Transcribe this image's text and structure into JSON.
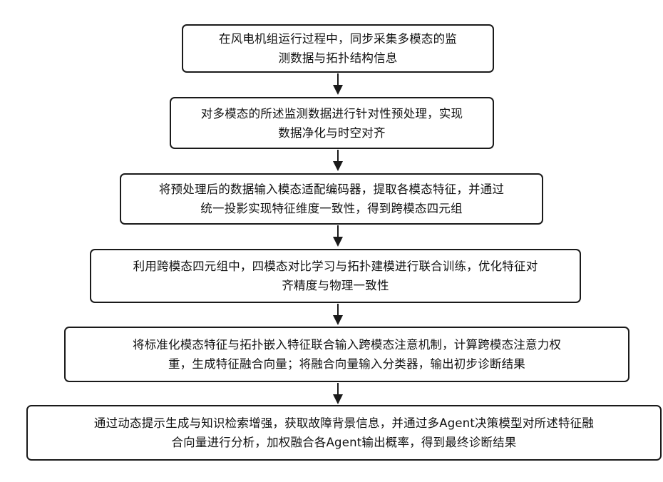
{
  "flowchart": {
    "steps": [
      {
        "text": "在风电机组运行过程中，同步采集多模态的监\n测数据与拓扑结构信息"
      },
      {
        "text": "对多模态的所述监测数据进行针对性预处理，实现\n数据净化与时空对齐"
      },
      {
        "text": "将预处理后的数据输入模态适配编码器，提取各模态特征，并通过\n统一投影实现特征维度一致性，得到跨模态四元组"
      },
      {
        "text": "利用跨模态四元组中，四模态对比学习与拓扑建模进行联合训练，优化特征对\n齐精度与物理一致性"
      },
      {
        "text": "将标准化模态特征与拓扑嵌入特征联合输入跨模态注意机制，计算跨模态注意力权\n重，生成特征融合向量；将融合向量输入分类器，输出初步诊断结果"
      },
      {
        "text": "通过动态提示生成与知识检索增强，获取故障背景信息，并通过多Agent决策模型对所述特征融\n合向量进行分析，加权融合各Agent输出概率，得到最终诊断结果"
      }
    ],
    "colors": {
      "box_border": "#1a1a1a",
      "arrow": "#1a1a1a",
      "background": "#ffffff"
    }
  }
}
